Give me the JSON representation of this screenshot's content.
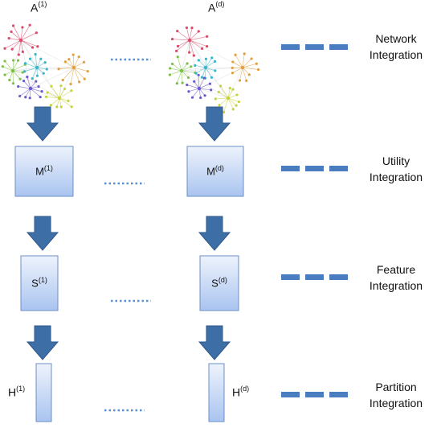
{
  "diagram": {
    "network_labels": [
      {
        "base": "A",
        "sup": "(1)"
      },
      {
        "base": "A",
        "sup": "(d)"
      }
    ],
    "utility_labels": [
      {
        "base": "M",
        "sup": "(1)"
      },
      {
        "base": "M",
        "sup": "(d)"
      }
    ],
    "feature_labels": [
      {
        "base": "S",
        "sup": "(1)"
      },
      {
        "base": "S",
        "sup": "(d)"
      }
    ],
    "partition_labels": [
      {
        "base": "H",
        "sup": "(1)"
      },
      {
        "base": "H",
        "sup": "(d)"
      }
    ],
    "stages": [
      {
        "line1": "Network",
        "line2": "Integration"
      },
      {
        "line1": "Utility",
        "line2": "Integration"
      },
      {
        "line1": "Feature",
        "line2": "Integration"
      },
      {
        "line1": "Partition",
        "line2": "Integration"
      }
    ]
  },
  "colors": {
    "arrow": "#3e6ea6",
    "box_top": "#eef3fc",
    "box_bottom": "#a9c4f0",
    "box_border": "#6c8fc7",
    "dash": "#4a7cc0",
    "dots": "#5b8fd0"
  }
}
